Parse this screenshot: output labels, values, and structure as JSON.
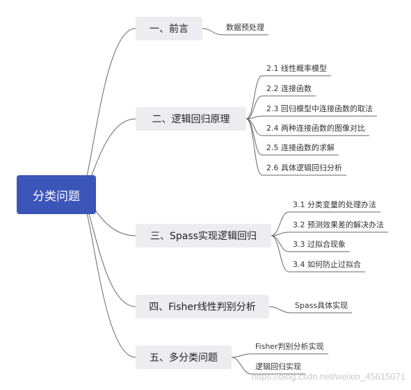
{
  "root": {
    "label": "分类问题"
  },
  "topics": [
    {
      "label": "一、前言",
      "children": [
        "数据预处理"
      ]
    },
    {
      "label": "二、逻辑回归原理",
      "children": [
        "2.1 线性概率模型",
        "2.2 连接函数",
        "2.3 回归模型中连接函数的取法",
        "2.4 两种连接函数的图像对比",
        "2.5 连接函数的求解",
        "2.6 具体逻辑回归分析"
      ]
    },
    {
      "label": "三、Spass实现逻辑回归",
      "children": [
        "3.1 分类变量的处理办法",
        "3.2 预测效果差的解决办法",
        "3.3 过拟合现象",
        "3.4 如何防止过拟合"
      ]
    },
    {
      "label": "四、Fisher线性判别分析",
      "children": [
        "Spass具体实现"
      ]
    },
    {
      "label": "五、多分类问题",
      "children": [
        "Fisher判别分析实现",
        "逻辑回归实现"
      ]
    }
  ],
  "watermark": "https://blog.csdn.net/weixin_45615071",
  "colors": {
    "root_fill": "#3b55b8",
    "topic_fill": "#ececf1",
    "line": "#666666"
  }
}
